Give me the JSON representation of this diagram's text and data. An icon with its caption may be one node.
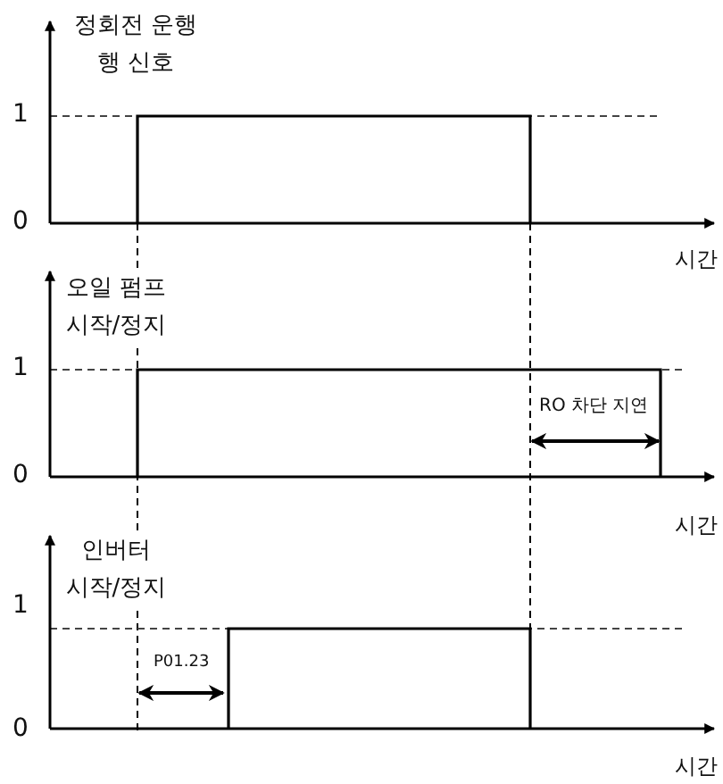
{
  "diagram": {
    "labels": [
      "정회전 운행 행 신호",
      "1",
      "0",
      "시간",
      "오일 펌프 시작/정지",
      "1",
      "RO 차단 지연",
      "0",
      "시간",
      "인버터 시작/정지",
      "1",
      "P01.23",
      "0",
      "시간"
    ]
  }
}
